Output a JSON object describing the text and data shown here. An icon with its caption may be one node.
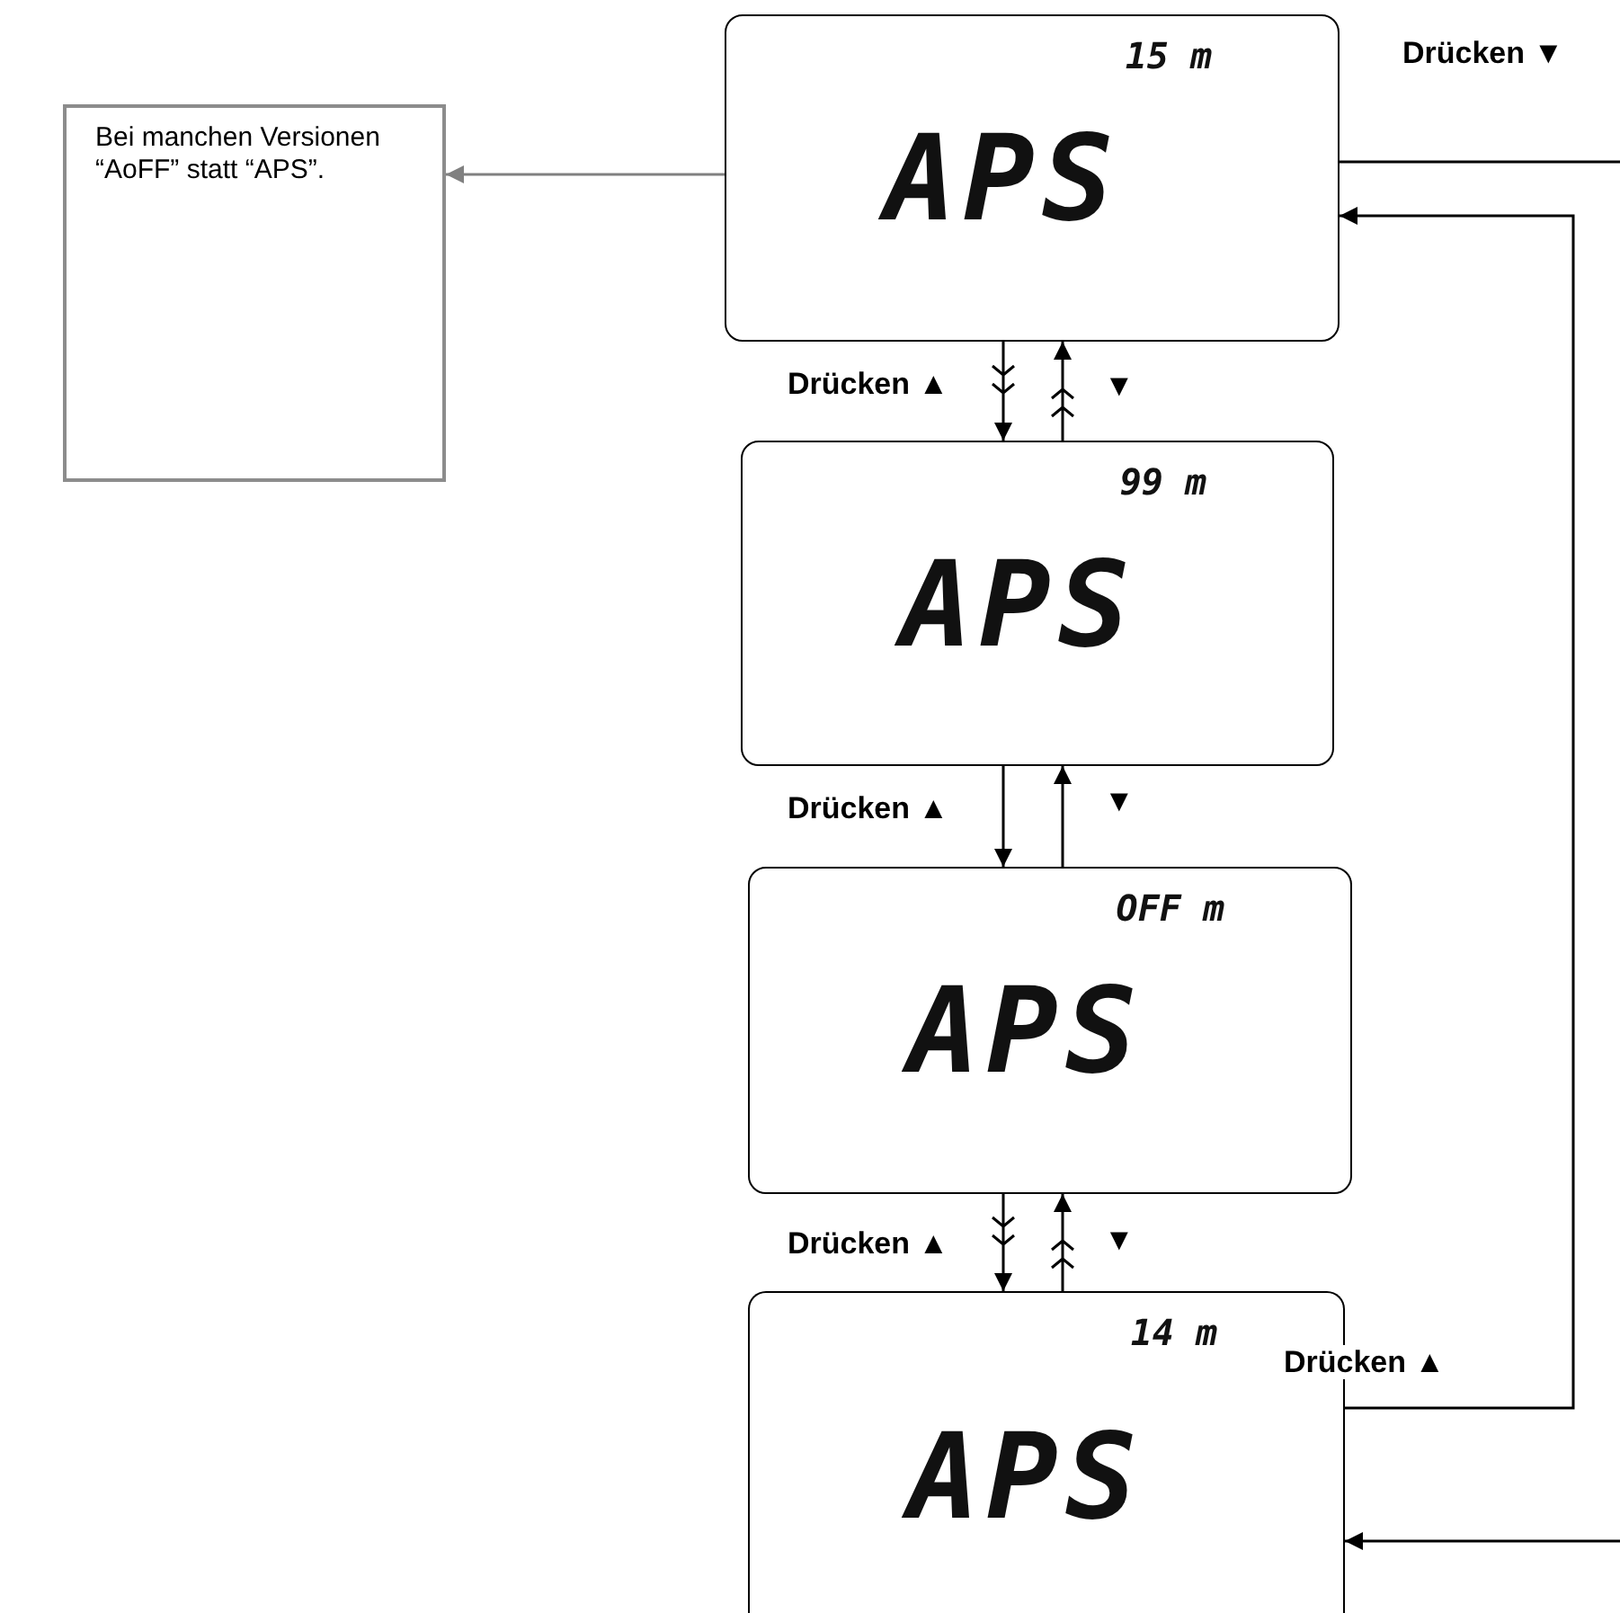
{
  "diagram": {
    "nodes": [
      {
        "text": [
          "Bei manchen Versionen “AoFF” statt “APS”."
        ]
      },
      {
        "text": [
          "15 m",
          "APS"
        ]
      },
      {
        "text": [
          "99 m",
          "APS"
        ]
      },
      {
        "text": [
          "OFF m",
          "APS"
        ]
      },
      {
        "text": [
          "14 m",
          "APS"
        ]
      }
    ],
    "edges": [
      {
        "from": 1,
        "to": 0,
        "arrow": "to",
        "color": "#808080"
      },
      {
        "from": 1,
        "to": 2,
        "arrow": "to",
        "label": "Drücken ▲"
      },
      {
        "from": 2,
        "to": 1,
        "arrow": "to",
        "label": "▼"
      },
      {
        "from": 2,
        "to": 3,
        "arrow": "to",
        "label": "Drücken ▲"
      },
      {
        "from": 3,
        "to": 2,
        "arrow": "to",
        "label": "▼"
      },
      {
        "from": 3,
        "to": 4,
        "arrow": "to",
        "label": "Drücken ▲"
      },
      {
        "from": 4,
        "to": 3,
        "arrow": "to",
        "label": "▼"
      },
      {
        "from": 1,
        "to": 4,
        "arrow": "to",
        "label": "Drücken ▼"
      },
      {
        "from": 4,
        "to": 1,
        "arrow": "to",
        "label": "Drücken ▲"
      }
    ]
  }
}
